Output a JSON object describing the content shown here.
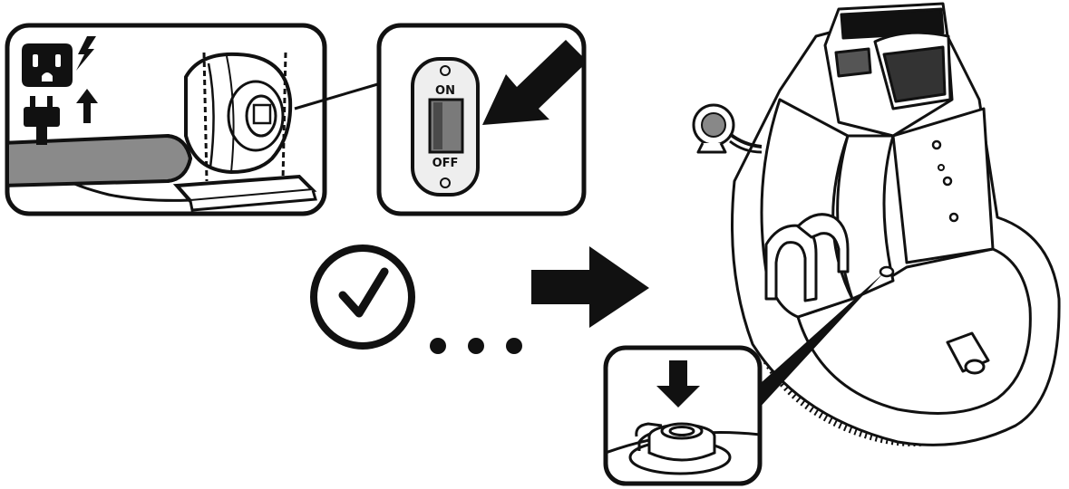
{
  "switch": {
    "on_label": "ON",
    "off_label": "OFF"
  },
  "colors": {
    "ink": "#111111",
    "paper": "#ffffff",
    "hose": "#8a8a8a",
    "switch_rocker": "#7a7a7a",
    "switch_plate": "#eeeeee"
  },
  "icons": [
    "outlet-icon",
    "lightning-icon",
    "plug-icon",
    "up-arrow-icon",
    "clock-check-icon",
    "ellipsis-dots",
    "right-arrow-icon",
    "down-arrow-icon"
  ]
}
